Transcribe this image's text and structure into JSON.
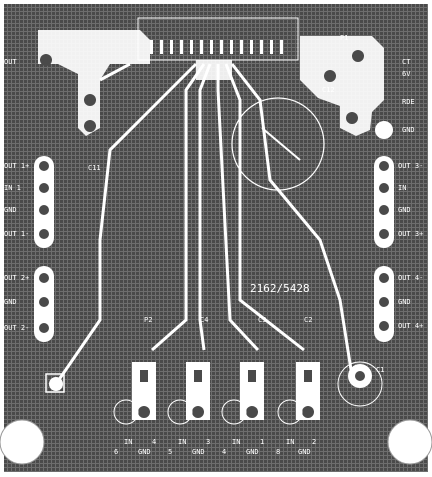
{
  "board": {
    "part_number": "2162/5428",
    "labels": {
      "left_top": "OUT",
      "left_group_1": [
        "OUT 1+",
        "IN 1",
        "GND",
        "OUT 1-"
      ],
      "left_group_2": [
        "OUT 2+",
        "GND",
        "OUT 2-"
      ],
      "right_top": [
        "CT",
        "6V",
        "RDE",
        "GND"
      ],
      "right_group_1": [
        "OUT 3-",
        "IN",
        "GND",
        "OUT 3+"
      ],
      "right_group_2": [
        "OUT 4-",
        "GND",
        "OUT 4+"
      ],
      "ref_c11": "C11",
      "ref_c12": "C12",
      "ref_c1": "C1",
      "ref_c2": "C2",
      "ref_c3": "C3",
      "ref_c4": "C4",
      "ref_p1": "P1",
      "ref_p2": "P2",
      "bottom_pins": [
        "2",
        "GND",
        "IN",
        "8",
        "1",
        "GND",
        "IN",
        "4",
        "3",
        "GND",
        "IN",
        "5",
        "4",
        "GND",
        "IN",
        "6"
      ]
    }
  },
  "colors": {
    "copper_fill": "#5a5a5a",
    "trace": "#ffffff",
    "background": "#ffffff",
    "hatch": "#3a3a3a"
  }
}
